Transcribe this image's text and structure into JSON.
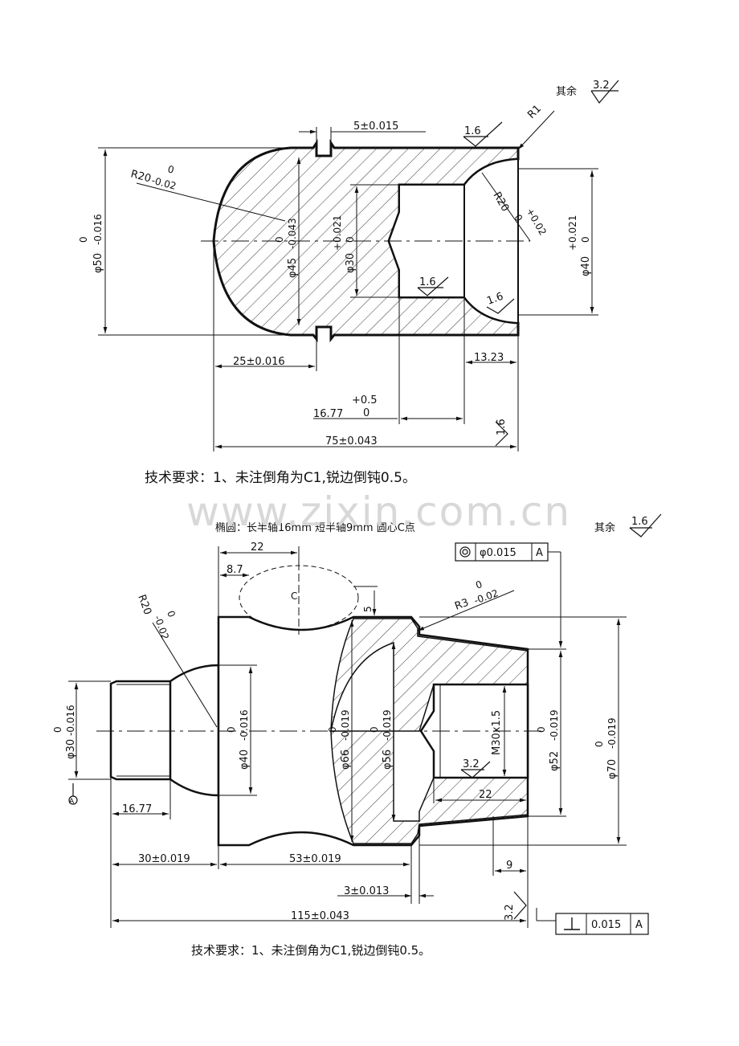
{
  "watermark": "www.zixin.com.cn",
  "drawing1": {
    "roughness_rest_label": "其余",
    "roughness_rest_value": "3.2",
    "dim_groove_width": "5±0.015",
    "rough_top": "1.6",
    "edge_radius": "R1",
    "sphere_radius_main": "R20",
    "sphere_radius_tol_upper": "0",
    "sphere_radius_tol_lower": "-0.02",
    "dia_outer_main": "φ50",
    "dia_outer_tol_upper": "0",
    "dia_outer_tol_lower": "-0.016",
    "dia_neck_main": "φ45",
    "dia_neck_tol_upper": "0",
    "dia_neck_tol_lower": "-0.043",
    "dia_bore_main": "φ30",
    "dia_bore_tol_upper": "+0.021",
    "dia_bore_tol_lower": "0",
    "dia_mouth_main": "φ40",
    "dia_mouth_tol_upper": "+0.021",
    "dia_mouth_tol_lower": "0",
    "concave_radius_main": "R20",
    "concave_radius_tol_upper": "+0.02",
    "concave_radius_tol_lower": "0",
    "rough_bore": "1.6",
    "rough_concave": "1.6",
    "dim_groove_pos": "25±0.016",
    "dim_end_len": "13.23",
    "dim_bore_depth_main": "16.77",
    "dim_bore_depth_tol_upper": "+0.5",
    "dim_bore_depth_tol_lower": "0",
    "rough_end_face": "1.6",
    "dim_total_len": "75±0.043",
    "requirements": "技术要求：1、未注倒角为C1,锐边倒钝0.5。"
  },
  "drawing2": {
    "ellipse_note": "椭圆：长半轴16mm 短半轴9mm  圆心C点",
    "roughness_rest_label": "其余",
    "roughness_rest_value": "1.6",
    "coax_value": "φ0.015",
    "coax_datum": "A",
    "dim_22_top": "22",
    "dim_8_7": "8.7",
    "center_label": "C",
    "dim_5": "5",
    "sphere_radius_main": "R20",
    "sphere_radius_tol_upper": "0",
    "sphere_radius_tol_lower": "-0.02",
    "fillet_radius_main": "R3",
    "fillet_radius_tol_upper": "0",
    "fillet_radius_tol_lower": "-0.02",
    "dia_shaft_main": "φ30",
    "dia_shaft_tol_upper": "0",
    "dia_shaft_tol_lower": "-0.016",
    "dia_sphere_neck_main": "φ40",
    "dia_sphere_neck_tol_upper": "0",
    "dia_sphere_neck_tol_lower": "-0.016",
    "dia_66_main": "φ66",
    "dia_66_tol_upper": "0",
    "dia_66_tol_lower": "-0.019",
    "dia_56_main": "φ56",
    "dia_56_tol_upper": "0",
    "dia_56_tol_lower": "-0.019",
    "thread": "M30x1.5",
    "dia_52_main": "φ52",
    "dia_52_tol_upper": "0",
    "dia_52_tol_lower": "-0.019",
    "dia_70_main": "φ70",
    "dia_70_tol_upper": "0",
    "dia_70_tol_lower": "-0.019",
    "rough_thread": "3.2",
    "dim_thread_depth": "22",
    "datum_label": "A",
    "dim_16_77": "16.77",
    "dim_30": "30±0.019",
    "dim_53": "53±0.019",
    "dim_9": "9",
    "dim_3": "3±0.013",
    "rough_end": "3.2",
    "dim_total_len": "115±0.043",
    "perp_value": "0.015",
    "perp_datum": "A",
    "requirements": "技术要求：1、未注倒角为C1,锐边倒钝0.5。"
  }
}
